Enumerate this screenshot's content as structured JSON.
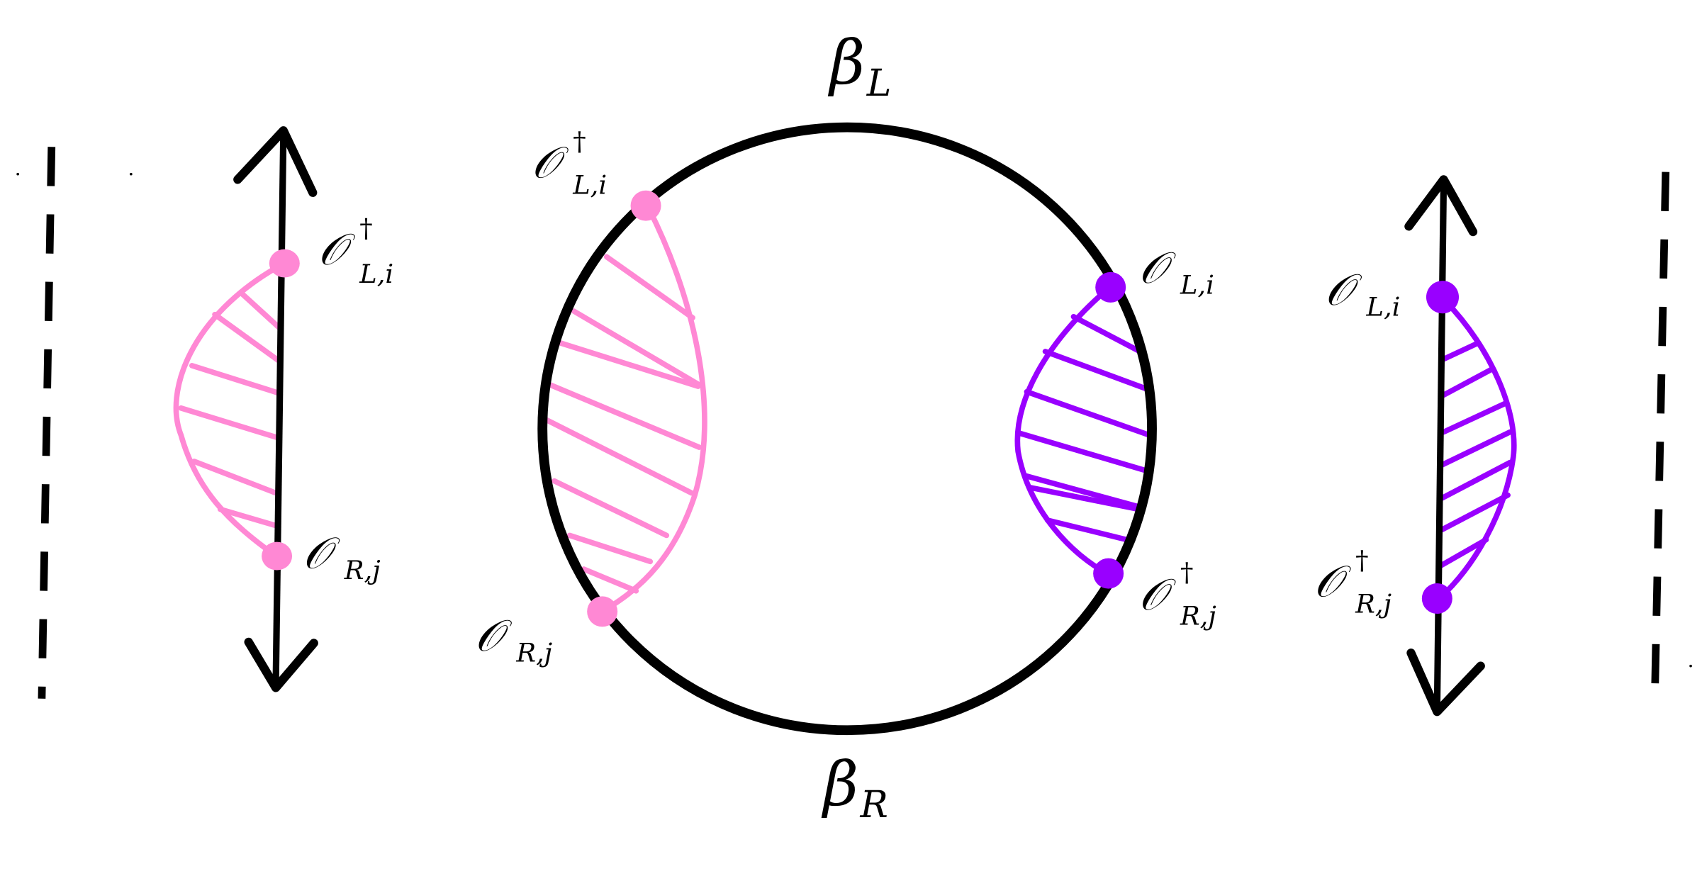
{
  "colors": {
    "pink": "#FF88D4",
    "purple": "#9900FF",
    "line": "#000000",
    "background": "#FFFFFF"
  },
  "circle": {
    "top_label": {
      "symbol": "β",
      "subscript": "L"
    },
    "bottom_label": {
      "symbol": "β",
      "subscript": "R"
    },
    "operators": [
      {
        "id": "circle-op-dag-L",
        "symbol": "𝒪",
        "dagger": "†",
        "subscript": "L,i",
        "color": "pink"
      },
      {
        "id": "circle-op-R",
        "symbol": "𝒪",
        "dagger": "",
        "subscript": "R,j",
        "color": "pink"
      },
      {
        "id": "circle-op-L",
        "symbol": "𝒪",
        "dagger": "",
        "subscript": "L,i",
        "color": "purple"
      },
      {
        "id": "circle-op-dag-R",
        "symbol": "𝒪",
        "dagger": "†",
        "subscript": "R,j",
        "color": "purple"
      }
    ]
  },
  "left_timeline": {
    "operators": [
      {
        "symbol": "𝒪",
        "dagger": "†",
        "subscript": "L,i",
        "color": "pink"
      },
      {
        "symbol": "𝒪",
        "dagger": "",
        "subscript": "R,j",
        "color": "pink"
      }
    ]
  },
  "right_timeline": {
    "operators": [
      {
        "symbol": "𝒪",
        "dagger": "",
        "subscript": "L,i",
        "color": "purple"
      },
      {
        "symbol": "𝒪",
        "dagger": "†",
        "subscript": "R,j",
        "color": "purple"
      }
    ]
  }
}
